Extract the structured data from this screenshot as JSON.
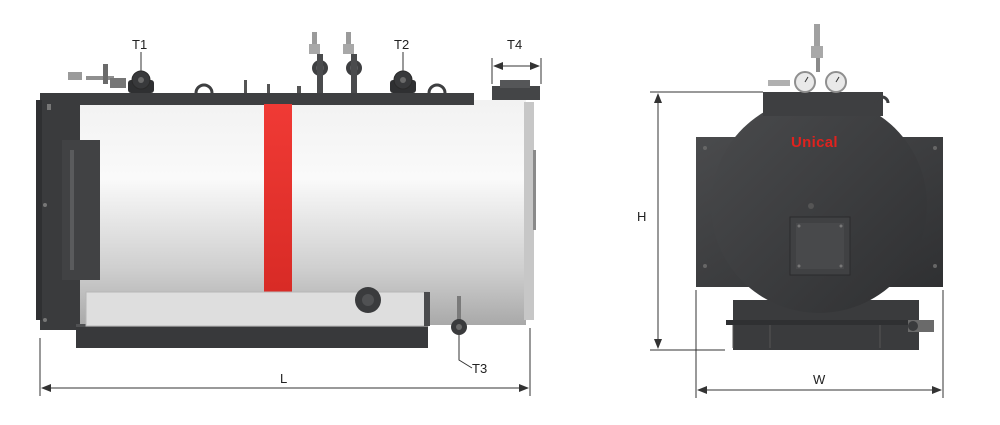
{
  "labels": {
    "t1": "T1",
    "t2": "T2",
    "t3": "T3",
    "t4": "T4",
    "length": "L",
    "height": "H",
    "width": "W"
  },
  "brand": "Unical",
  "colors": {
    "shell": "#d9d9d9",
    "steel": "#3b3c3e",
    "stripe": "#e8312d",
    "brand": "#e0221e",
    "dimension_line": "#333333"
  }
}
